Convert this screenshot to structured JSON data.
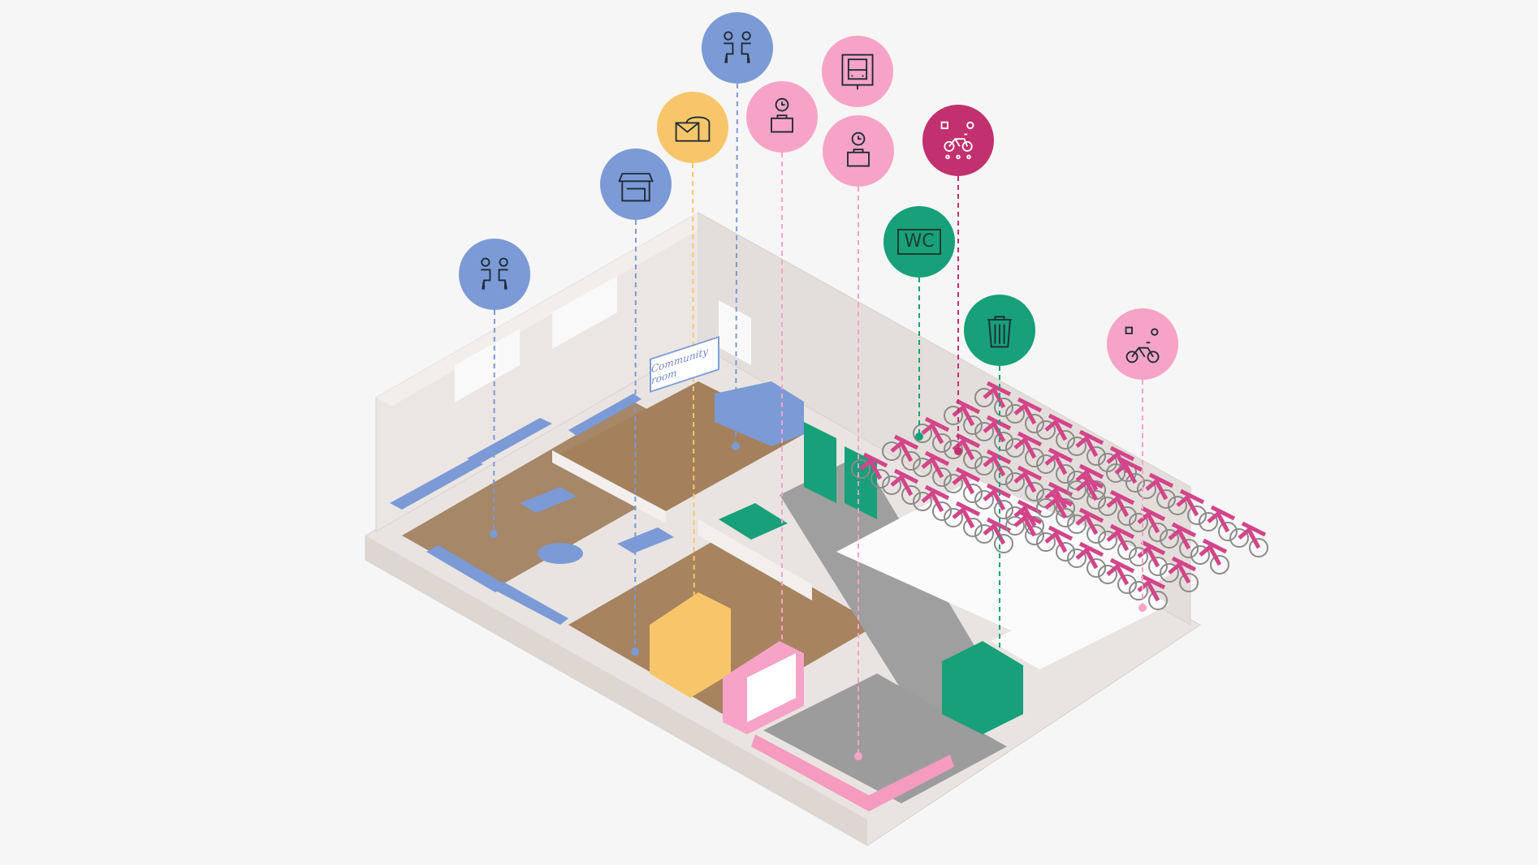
{
  "title": "Isometric mobility hub floor plan",
  "whiteboard_text": "Community room",
  "wc_label": "WC",
  "colors": {
    "blue": "#7b9ad6",
    "yellow": "#f8c66a",
    "pink": "#f7a3c8",
    "magenta": "#c1306f",
    "green": "#17a07a",
    "background": "#f6f6f6"
  },
  "pins": [
    {
      "id": "meeting-left",
      "icon": "people-talking-icon",
      "color": "#7b9ad6"
    },
    {
      "id": "kiosk",
      "icon": "market-stall-icon",
      "color": "#7b9ad6"
    },
    {
      "id": "parcel",
      "icon": "parcel-locker-icon",
      "color": "#f8c66a"
    },
    {
      "id": "meeting-top",
      "icon": "people-talking-icon",
      "color": "#7b9ad6"
    },
    {
      "id": "luggage-1",
      "icon": "clock-briefcase-icon",
      "color": "#f7a3c8"
    },
    {
      "id": "bus",
      "icon": "bus-stop-icon",
      "color": "#f7a3c8"
    },
    {
      "id": "luggage-2",
      "icon": "clock-briefcase-icon",
      "color": "#f7a3c8"
    },
    {
      "id": "bike-share",
      "icon": "bike-parking-people-icon",
      "color": "#c1306f"
    },
    {
      "id": "wc",
      "icon": "wc-icon",
      "color": "#17a07a"
    },
    {
      "id": "trash",
      "icon": "trash-bin-icon",
      "color": "#17a07a"
    },
    {
      "id": "bike-parking",
      "icon": "bike-parking-icon",
      "color": "#f7a3c8"
    }
  ]
}
